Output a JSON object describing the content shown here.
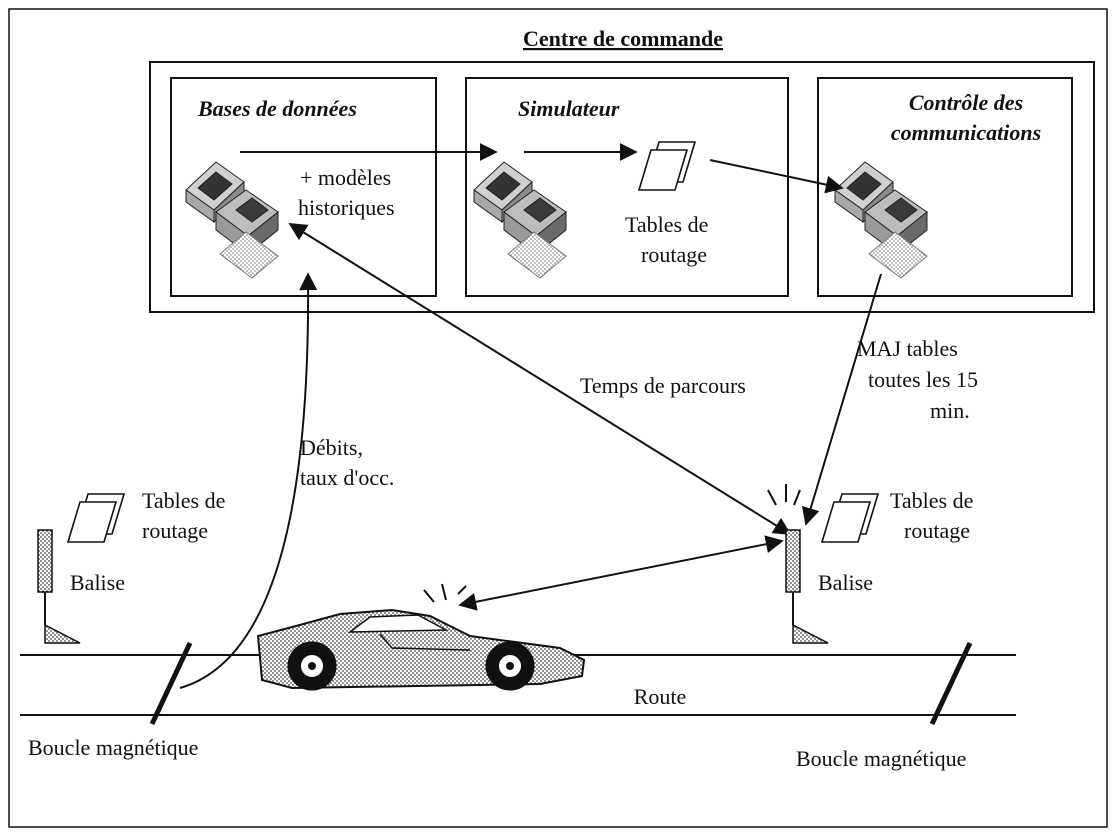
{
  "title": "Centre de commande",
  "boxes": {
    "databases": {
      "title": "Bases de données",
      "note": [
        "+ modèles",
        "historiques"
      ]
    },
    "simulator": {
      "title": "Simulateur",
      "note": [
        "Tables de",
        "routage"
      ]
    },
    "comms": {
      "title": [
        "Contrôle des",
        "communications"
      ]
    }
  },
  "arrows": {
    "travel_time": "Temps de parcours",
    "flows": [
      "Débits,",
      "taux d'occ."
    ],
    "update": [
      "MAJ tables",
      "toutes les 15",
      "min."
    ]
  },
  "beacons": {
    "left": {
      "tables": [
        "Tables de",
        "routage"
      ],
      "label": "Balise"
    },
    "right": {
      "tables": [
        "Tables de",
        "routage"
      ],
      "label": "Balise"
    }
  },
  "road": {
    "label": "Route",
    "loop_left": "Boucle magnétique",
    "loop_right": "Boucle magnétique"
  },
  "colors": {
    "ink": "#111111",
    "paper": "#ffffff",
    "computer_light": "#c8c8c8",
    "computer_dark": "#4a4a4a"
  },
  "icons": [
    "computer-icon",
    "routing-tables-icon",
    "beacon-icon",
    "car-icon",
    "signal-icon",
    "magnetic-loop-icon"
  ]
}
